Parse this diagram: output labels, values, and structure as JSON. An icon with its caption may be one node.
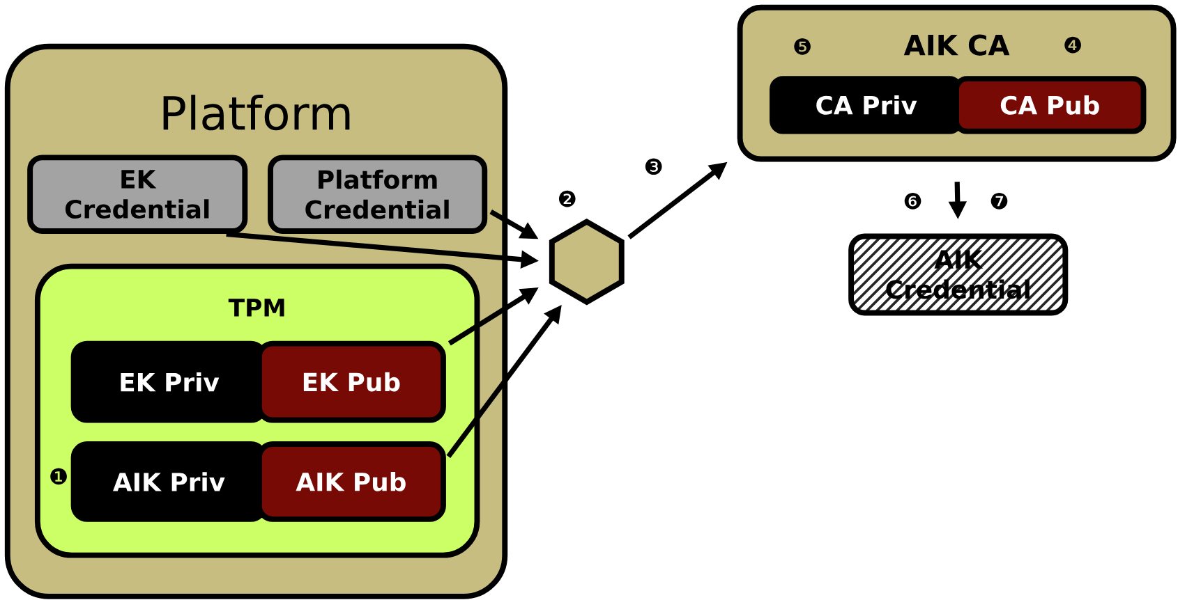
{
  "diagram": {
    "nodes": [
      {
        "text": [
          "Platform"
        ]
      },
      {
        "text": [
          "EK Credential"
        ],
        "in": 0
      },
      {
        "text": [
          "Platform Credential"
        ],
        "in": 0
      },
      {
        "text": [
          "TPM"
        ],
        "in": 0
      },
      {
        "text": [
          "EK Priv"
        ],
        "in": 3
      },
      {
        "text": [
          "EK Pub"
        ],
        "in": 3
      },
      {
        "text": [
          "AIK Priv"
        ],
        "in": 3
      },
      {
        "text": [
          "AIK Pub"
        ],
        "in": 3
      },
      {
        "text": [],
        "shape": "hexagon",
        "beside": [
          "❷"
        ]
      },
      {
        "text": [
          "AIK CA"
        ]
      },
      {
        "text": [
          "CA Priv"
        ],
        "in": 9
      },
      {
        "text": [
          "CA Pub"
        ],
        "in": 9
      },
      {
        "text": [
          "AIK Credential"
        ]
      }
    ],
    "edges": [
      {
        "from": 2,
        "to": 8,
        "arrow": "to"
      },
      {
        "from": 1,
        "to": 8,
        "arrow": "to"
      },
      {
        "from": 5,
        "to": 8,
        "arrow": "to"
      },
      {
        "from": 7,
        "to": 8,
        "arrow": "to"
      },
      {
        "from": 8,
        "to": 9,
        "arrow": "to"
      },
      {
        "from": 9,
        "to": 12,
        "arrow": "to"
      }
    ],
    "labels": [
      "❺",
      "❹",
      "❸",
      "❻",
      "❼",
      "❶"
    ]
  }
}
